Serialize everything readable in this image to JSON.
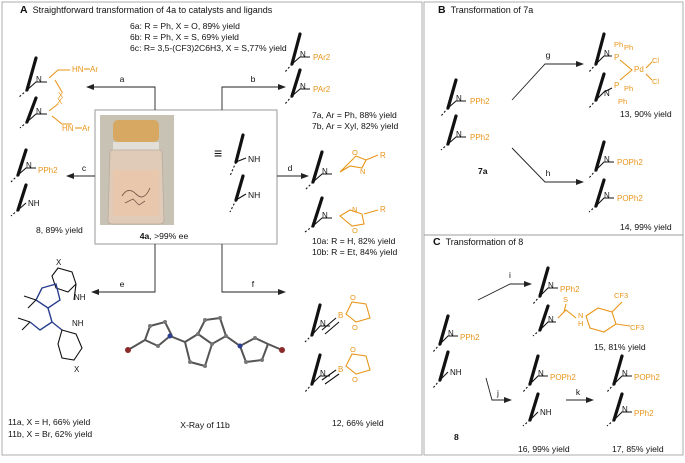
{
  "sections": {
    "A": {
      "letter": "A",
      "title": "Straightforward transformation of 4a to catalysts and ligands"
    },
    "B": {
      "letter": "B",
      "title": "Transformation of 7a"
    },
    "C": {
      "letter": "C",
      "title": "Transformation of 8"
    }
  },
  "steps": [
    "a",
    "b",
    "c",
    "d",
    "e",
    "f",
    "g",
    "h",
    "i",
    "j",
    "k"
  ],
  "center": {
    "caption": "4a, >99% ee",
    "equiv": "≡"
  },
  "compounds": {
    "c6": [
      "6a: R = Ph, X = O, 89% yield",
      "6b: R = Ph, X = S, 69% yield",
      "6c: R= 3,5-(CF3)2C6H3, X = S,77% yield"
    ],
    "c7": [
      "7a, Ar = Ph, 88% yield",
      "7b, Ar = Xyl, 82% yield"
    ],
    "c8": "8, 89% yield",
    "c10": [
      "10a: R = H, 82% yield",
      "10b: R = Et, 84% yield"
    ],
    "c11": [
      "11a, X = H, 66% yield",
      "11b, X = Br, 62% yield"
    ],
    "xray": "X-Ray of 11b",
    "c12": "12, 66% yield",
    "c7a": "7a",
    "c13": "13, 90% yield",
    "c14": "14, 99% yield",
    "c15": "15, 81% yield",
    "c8b": "8",
    "c16": "16, 99% yield",
    "c17": "17, 85% yield"
  },
  "atoms": {
    "NH": "NH",
    "N": "N",
    "HN": "HN",
    "X": "X",
    "Ar": "Ar",
    "R": "R",
    "O": "O",
    "S": "S",
    "H": "H",
    "PPh2": "PPh2",
    "PAr2": "PAr2",
    "POPh2": "POPh2",
    "CF3": "CF3",
    "Cl": "Cl",
    "Pd": "Pd",
    "Ph": "Ph",
    "P": "P",
    "B": "B"
  },
  "colors": {
    "accent": "#e8961a",
    "ring": "#2a3f8f",
    "text": "#111111"
  }
}
